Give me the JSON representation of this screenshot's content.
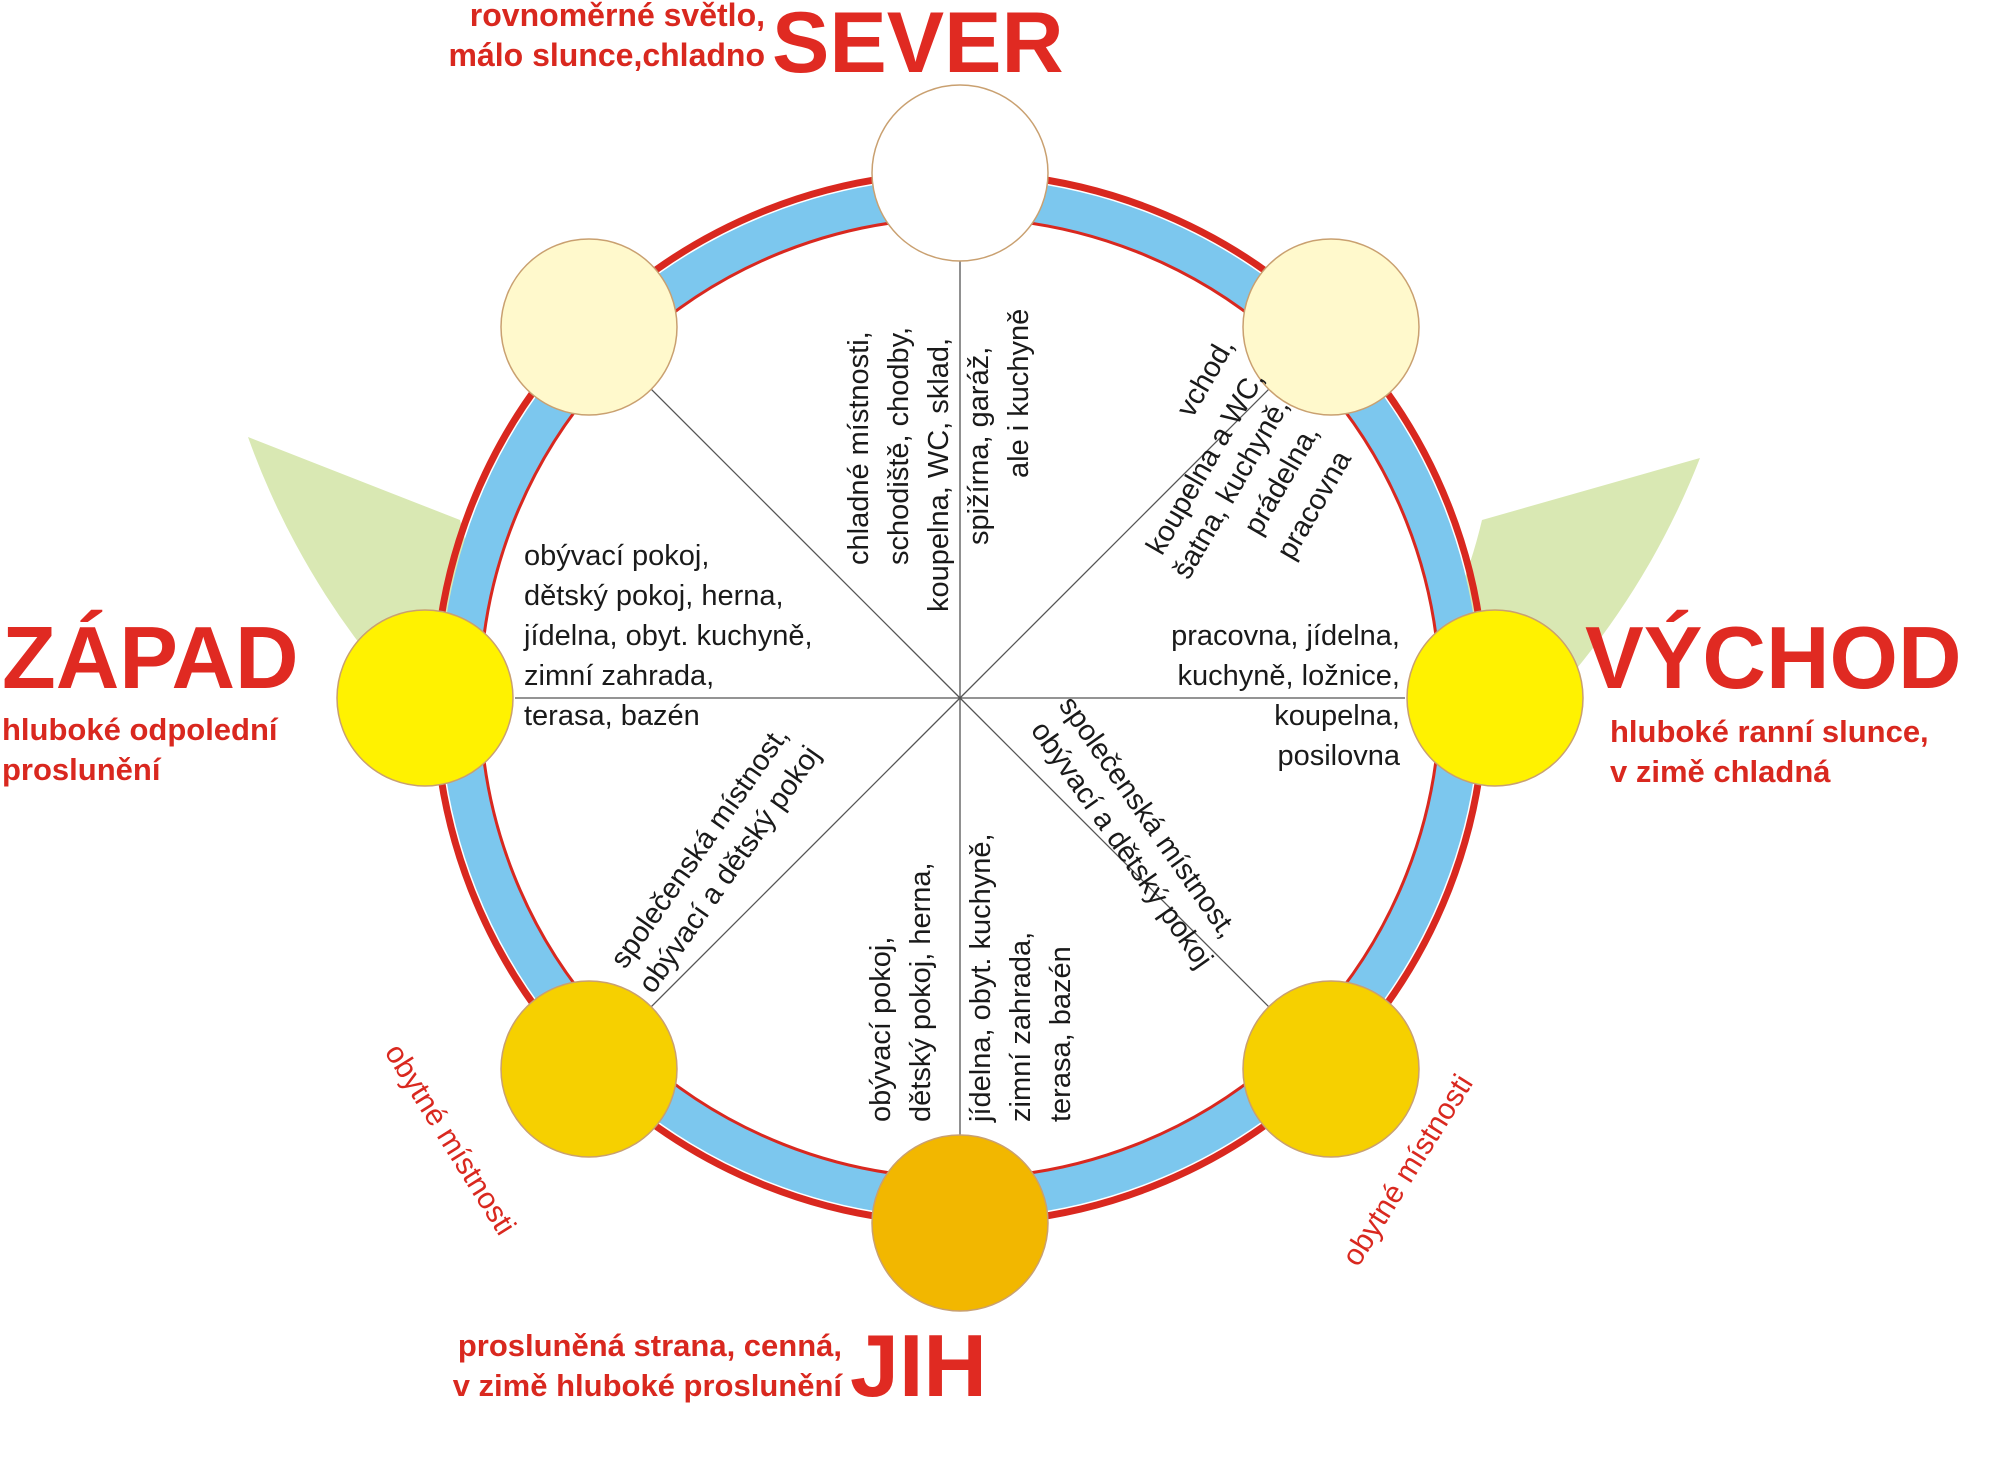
{
  "colors": {
    "green_band": "#d9e8b3",
    "blue_ring": "#7cc7ee",
    "red_ring": "#d9281f",
    "sun_north": "#ffffff",
    "sun_pale": "#fff9cc",
    "sun_yellow": "#fff200",
    "sun_gold": "#f6d000",
    "sun_orange": "#f2b700",
    "text_red": "#e02a22",
    "text_dark": "#1a1a1a"
  },
  "directions": {
    "north": {
      "title": "SEVER",
      "note": [
        "rovnoměrné světlo,",
        "málo slunce,chladno"
      ]
    },
    "west": {
      "title": "ZÁPAD",
      "note": [
        "hluboké odpolední",
        "proslunění"
      ]
    },
    "east": {
      "title": "VÝCHOD",
      "note": [
        "hluboké ranní slunce,",
        "v zimě chladná"
      ]
    },
    "south": {
      "title": "JIH",
      "note": [
        "prosluněná strana, cenná,",
        "v zimě hluboké proslunění"
      ]
    }
  },
  "rooms": {
    "north": [
      "chladné místnosti,",
      "schodiště, chodby,",
      "koupelna, WC, sklad,",
      "spižírna, garáž,",
      "ale i kuchyně"
    ],
    "northeast": [
      "vchod,",
      "koupelna a WC,",
      "šatna, kuchyně,",
      "prádelna,",
      "pracovna"
    ],
    "east": [
      "pracovna, jídelna,",
      "kuchyně, ložnice,",
      "koupelna,",
      "posilovna"
    ],
    "southeast": [
      "společenská místnost,",
      "obývací a dětský pokoj"
    ],
    "south": [
      "obývací pokoj,",
      "dětský pokoj, herna,",
      "jídelna, obyt. kuchyně,",
      "zimní zahrada,",
      "terasa, bazén"
    ],
    "southwest": [
      "společenská místnost,",
      "obývací a dětský pokoj"
    ],
    "west": [
      "obývací pokoj,",
      "dětský pokoj, herna,",
      "jídelna, obyt. kuchyně,",
      "zimní zahrada,",
      "terasa, bazén"
    ]
  },
  "band_labels": {
    "left": "obytné místnosti",
    "right": "obytné místnosti"
  }
}
